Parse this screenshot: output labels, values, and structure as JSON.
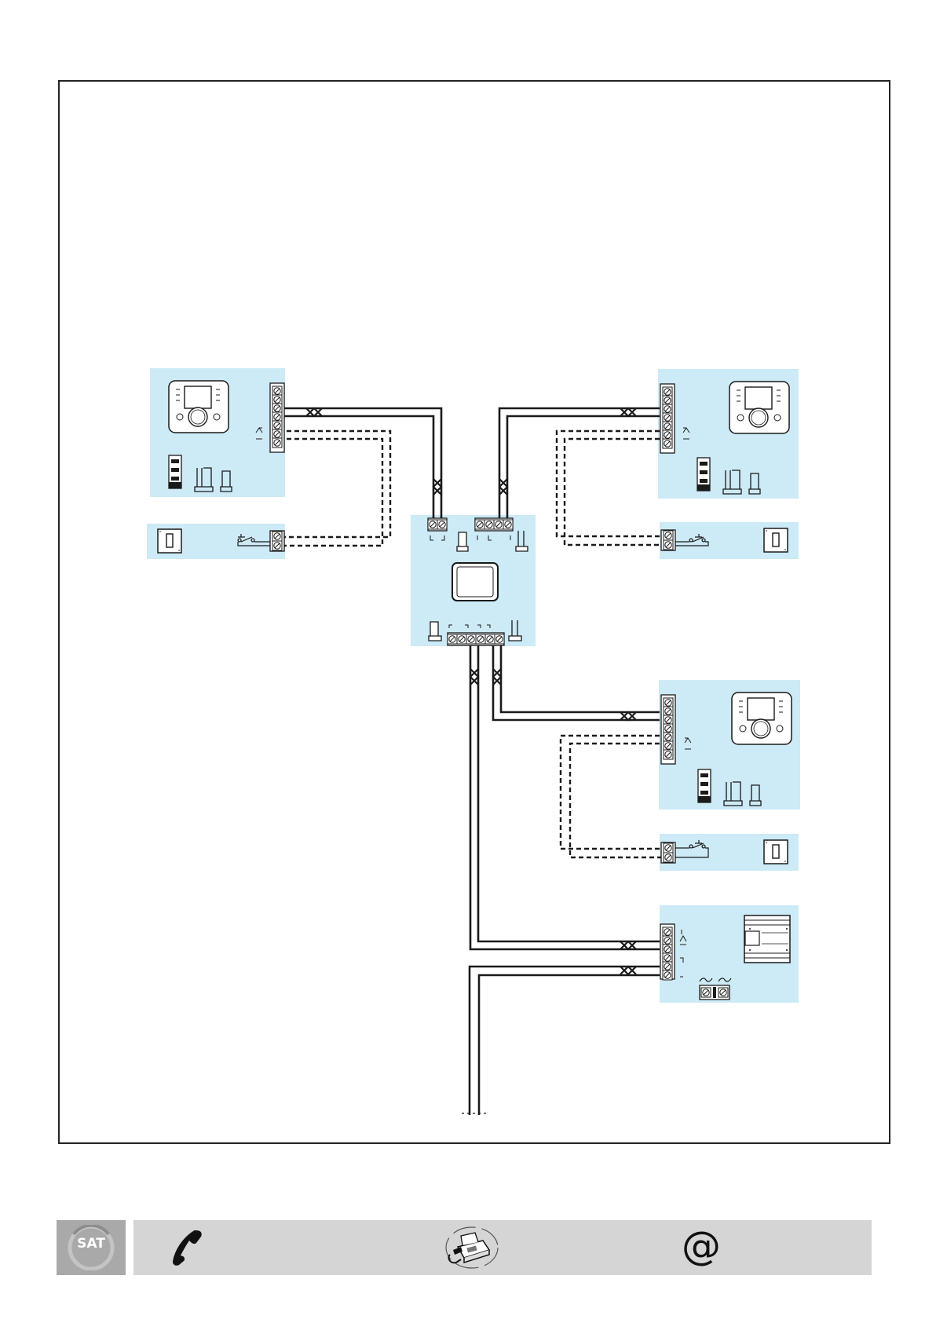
{
  "footer": {
    "logo_text": "SAT",
    "phone_icon": "phone-handset-icon",
    "fax_icon": "fax-machine-icon",
    "email_glyph": "@",
    "bar_color": "#d5d5d5",
    "logo_box_color": "#a9a9a9"
  },
  "colors": {
    "panel": "#cdeaf7",
    "wire": "#1a1a1a",
    "frame": "#222222"
  },
  "diagram": {
    "type": "wiring",
    "devices": [
      "monitor-top-left",
      "call-button-top-left",
      "monitor-top-right",
      "call-button-top-right",
      "central-distributor",
      "monitor-mid-right",
      "call-button-mid-right",
      "power-supply-bottom-right"
    ]
  }
}
